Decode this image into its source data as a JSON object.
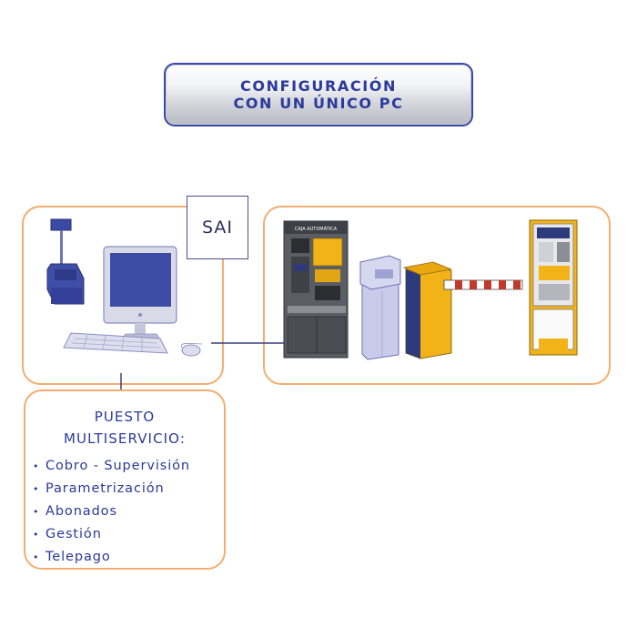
{
  "title": {
    "line1": "CONFIGURACIÓN",
    "line2": "CON UN ÚNICO PC"
  },
  "sai_label": "SAI",
  "kiosk_header_text": "CAJA AUTOMÁTICA",
  "puesto": {
    "heading_line1": "PUESTO",
    "heading_line2": "MULTISERVICIO:",
    "bullet_glyph": "•",
    "items": [
      "Cobro - Supervisión",
      "Parametrización",
      "Abonados",
      "Gestión",
      "Telepago"
    ]
  },
  "colors": {
    "frame_orange": "#f4ad70",
    "title_blue": "#2b3a9c",
    "equipment_yellow": "#f2b319",
    "equipment_navy": "#2d3a7c",
    "equipment_lavender": "#c9cbea",
    "kiosk_gray": "#5b5e63"
  },
  "icons": [
    "pc-monitor-icon",
    "keyboard-icon",
    "mouse-icon",
    "ticket-printer-icon",
    "pay-station-icon",
    "ticket-dispenser-icon",
    "barrier-gate-icon",
    "exit-terminal-icon"
  ]
}
